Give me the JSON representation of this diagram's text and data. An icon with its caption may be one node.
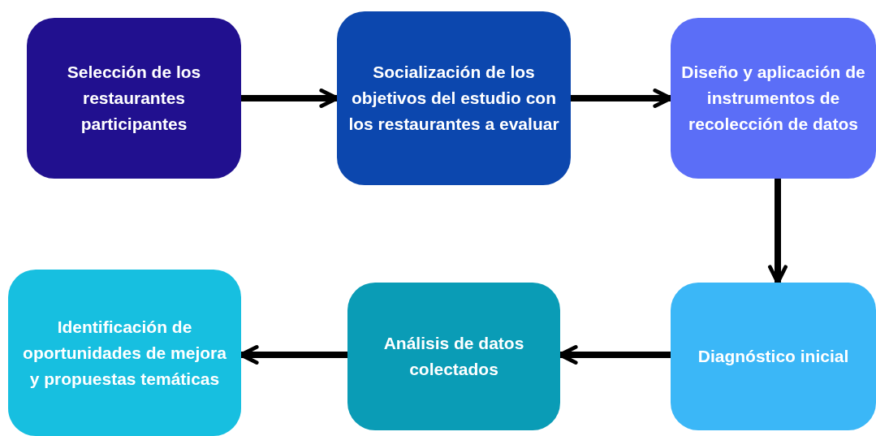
{
  "diagram": {
    "nodes": [
      {
        "text": [
          "Selección de los restaurantes participantes"
        ]
      },
      {
        "text": [
          "Socialización de los objetivos del estudio con los restaurantes a evaluar"
        ]
      },
      {
        "text": [
          "Diseño y aplicación de instrumentos de recolección de datos"
        ]
      },
      {
        "text": [
          "Diagnóstico inicial"
        ]
      },
      {
        "text": [
          "Análisis de datos colectados"
        ]
      },
      {
        "text": [
          "Identificación de oportunidades de mejora y propuestas temáticas"
        ]
      }
    ],
    "edges": [
      {
        "from": 0,
        "to": 1,
        "arrow": "to"
      },
      {
        "from": 1,
        "to": 2,
        "arrow": "to"
      },
      {
        "from": 2,
        "to": 3,
        "arrow": "to"
      },
      {
        "from": 3,
        "to": 4,
        "arrow": "to"
      },
      {
        "from": 4,
        "to": 5,
        "arrow": "to"
      }
    ]
  }
}
